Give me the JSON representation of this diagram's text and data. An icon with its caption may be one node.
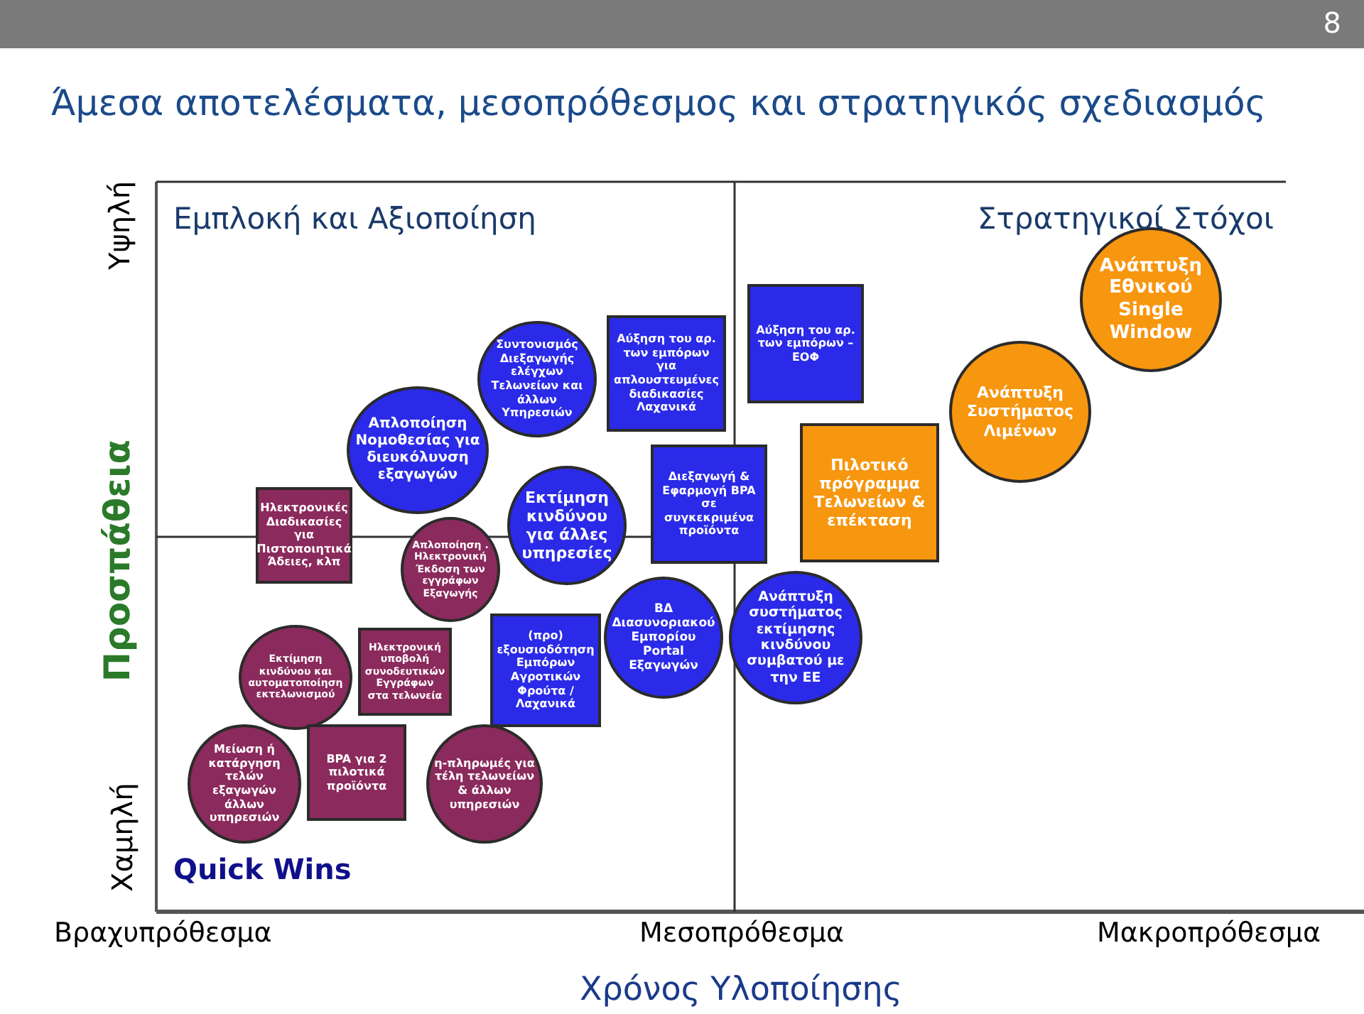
{
  "diagram": {
    "title": "Άμεσα αποτελέσματα, μεσοπρόθεσμος και στρατηγικός σχεδιασμός",
    "nodes": [
      {
        "text": [
          "Ηλεκτρονικές Διαδικασίες για Πιστοποιητικά Άδειες, κλπ"
        ]
      },
      {
        "text": [
          "Εκτίμηση κινδύνου και αυτοματοποίηση εκτελωνισμού"
        ]
      },
      {
        "text": [
          "Απλοποίηση Νομοθεσίας για διευκόλυνση εξαγωγών"
        ]
      },
      {
        "text": [
          "Απλοποίηση . Ηλεκτρονική Έκδοση των εγγράφων Εξαγωγής"
        ]
      },
      {
        "text": [
          "Ηλεκτρονική υποβολή συνοδευτικών Εγγράφων στα τελωνεία"
        ]
      },
      {
        "text": [
          "Συντονισμός Διεξαγωγής ελέγχων Τελωνείων και άλλων Υπηρεσιών"
        ]
      },
      {
        "text": [
          "Εκτίμηση κινδύνου για άλλες υπηρεσίες"
        ]
      },
      {
        "text": [
          "(προ) εξουσιοδότηση Εμπόρων Αγροτικών Φρούτα / Λαχανικά"
        ]
      },
      {
        "text": [
          "Αύξηση του αρ. των εμπόρων για απλουστευμένες διαδικασίες Λαχανικά"
        ]
      },
      {
        "text": [
          "Διεξαγωγή & Εφαρμογή BPA σε συγκεκριμένα προϊόντα"
        ]
      },
      {
        "text": [
          "ΒΔ Διασυνοριακού Εμπορίου Portal Εξαγωγών"
        ]
      },
      {
        "text": [
          "Αύξηση του αρ. των εμπόρων – ΕΟΦ"
        ]
      },
      {
        "text": [
          "Ανάπτυξη συστήματος εκτίμησης κινδύνου συμβατού με την ΕΕ"
        ]
      },
      {
        "text": [
          "Πιλοτικό πρόγραμμα Τελωνείων & επέκταση"
        ]
      },
      {
        "text": [
          "Ανάπτυξη Συστήματος Λιμένων"
        ]
      },
      {
        "text": [
          "Ανάπτυξη Εθνικού Single Window"
        ]
      },
      {
        "text": [
          "Μείωση ή κατάργηση τελών εξαγωγών άλλων υπηρεσιών"
        ]
      },
      {
        "text": [
          "BPA για 2 πιλοτικά προϊόντα"
        ]
      },
      {
        "text": [
          "η-πληρωμές για τέλη τελωνείων & άλλων υπηρεσιών"
        ]
      }
    ],
    "labels": [
      "8",
      "Υψηλή",
      "Εμπλοκή και Αξιοποίηση",
      "Στρατηγικοί Στόχοι",
      "Προσπάθεια",
      "Χαμηλή",
      "Quick Wins",
      "Βραχυπρόθεσμα",
      "Μεσοπρόθεσμα",
      "Μακροπρόθεσμα",
      "Χρόνος Υλοποίησης"
    ]
  }
}
